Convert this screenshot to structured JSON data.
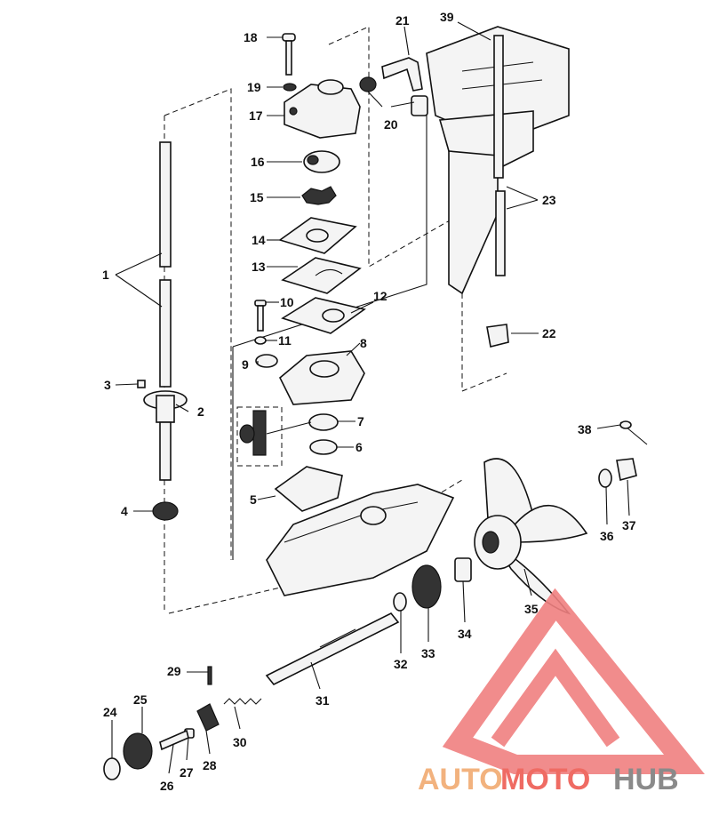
{
  "labels": {
    "p1": "1",
    "p2": "2",
    "p3": "3",
    "p4": "4",
    "p5": "5",
    "p6": "6",
    "p7": "7",
    "p8": "8",
    "p9": "9",
    "p10": "10",
    "p11": "11",
    "p12": "12",
    "p13": "13",
    "p14": "14",
    "p15": "15",
    "p16": "16",
    "p17": "17",
    "p18": "18",
    "p19": "19",
    "p20": "20",
    "p21": "21",
    "p22": "22",
    "p23": "23",
    "p24": "24",
    "p25": "25",
    "p26": "26",
    "p27": "27",
    "p28": "28",
    "p29": "29",
    "p30": "30",
    "p31": "31",
    "p32": "32",
    "p33": "33",
    "p34": "34",
    "p35": "35",
    "p36": "36",
    "p37": "37",
    "p38": "38",
    "p39": "39"
  },
  "watermark": {
    "part1": "AUTO",
    "part2": "MOTO",
    "part3": "HUB"
  },
  "colors": {
    "wm_orange": "#f2b27e",
    "wm_red": "#ef6b63",
    "wm_gray": "#8a8a8a",
    "logo_red": "#f08080"
  }
}
